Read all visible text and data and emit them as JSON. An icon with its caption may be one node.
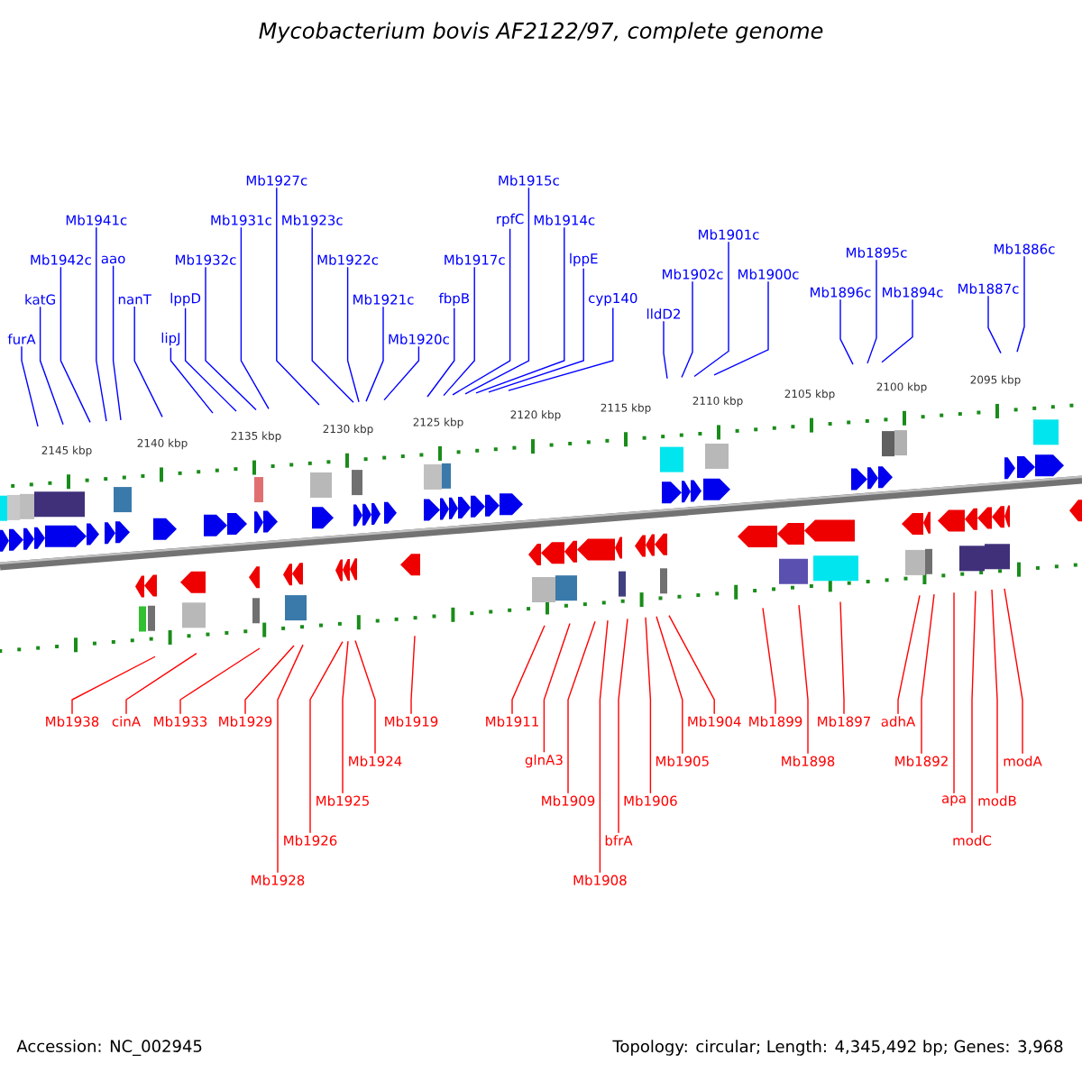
{
  "diagram": {
    "title": "Mycobacterium bovis AF2122/97, complete genome",
    "nodes": [
      {
        "text": [
          "furA"
        ]
      },
      {
        "text": [
          "katG"
        ]
      },
      {
        "text": [
          "Mb1942c"
        ]
      },
      {
        "text": [
          "Mb1941c"
        ]
      },
      {
        "text": [
          "aao"
        ]
      },
      {
        "text": [
          "nanT"
        ]
      },
      {
        "text": [
          "lipJ"
        ]
      },
      {
        "text": [
          "lppD"
        ]
      },
      {
        "text": [
          "Mb1932c"
        ]
      },
      {
        "text": [
          "Mb1931c"
        ]
      },
      {
        "text": [
          "Mb1927c"
        ]
      },
      {
        "text": [
          "Mb1923c"
        ]
      },
      {
        "text": [
          "Mb1922c"
        ]
      },
      {
        "text": [
          "Mb1921c"
        ]
      },
      {
        "text": [
          "Mb1920c"
        ]
      },
      {
        "text": [
          "fbpB"
        ]
      },
      {
        "text": [
          "Mb1917c"
        ]
      },
      {
        "text": [
          "rpfC"
        ]
      },
      {
        "text": [
          "Mb1915c"
        ]
      },
      {
        "text": [
          "Mb1914c"
        ]
      },
      {
        "text": [
          "lppE"
        ]
      },
      {
        "text": [
          "cyp140"
        ]
      },
      {
        "text": [
          "lldD2"
        ]
      },
      {
        "text": [
          "Mb1902c"
        ]
      },
      {
        "text": [
          "Mb1901c"
        ]
      },
      {
        "text": [
          "Mb1900c"
        ]
      },
      {
        "text": [
          "Mb1896c"
        ]
      },
      {
        "text": [
          "Mb1895c"
        ]
      },
      {
        "text": [
          "Mb1894c"
        ]
      },
      {
        "text": [
          "Mb1887c"
        ]
      },
      {
        "text": [
          "Mb1886c"
        ]
      },
      {
        "text": [
          "Mb1938"
        ]
      },
      {
        "text": [
          "cinA"
        ]
      },
      {
        "text": [
          "Mb1933"
        ]
      },
      {
        "text": [
          "Mb1929"
        ]
      },
      {
        "text": [
          "Mb1928"
        ]
      },
      {
        "text": [
          "Mb1926"
        ]
      },
      {
        "text": [
          "Mb1925"
        ]
      },
      {
        "text": [
          "Mb1924"
        ]
      },
      {
        "text": [
          "Mb1919"
        ]
      },
      {
        "text": [
          "Mb1911"
        ]
      },
      {
        "text": [
          "glnA3"
        ]
      },
      {
        "text": [
          "Mb1909"
        ]
      },
      {
        "text": [
          "Mb1908"
        ]
      },
      {
        "text": [
          "bfrA"
        ]
      },
      {
        "text": [
          "Mb1906"
        ]
      },
      {
        "text": [
          "Mb1905"
        ]
      },
      {
        "text": [
          "Mb1904"
        ]
      },
      {
        "text": [
          "Mb1899"
        ]
      },
      {
        "text": [
          "Mb1898"
        ]
      },
      {
        "text": [
          "Mb1897"
        ]
      },
      {
        "text": [
          "adhA"
        ]
      },
      {
        "text": [
          "Mb1892"
        ]
      },
      {
        "text": [
          "apa"
        ]
      },
      {
        "text": [
          "modC"
        ]
      },
      {
        "text": [
          "modB"
        ]
      },
      {
        "text": [
          "modA"
        ]
      }
    ],
    "edges": [
      {
        "from": 0,
        "to": null,
        "arrow": "none",
        "color": "#0000ff"
      },
      {
        "from": 1,
        "to": null,
        "arrow": "none",
        "color": "#0000ff"
      },
      {
        "from": 2,
        "to": null,
        "arrow": "none",
        "color": "#0000ff"
      },
      {
        "from": 3,
        "to": null,
        "arrow": "none",
        "color": "#0000ff"
      },
      {
        "from": 4,
        "to": null,
        "arrow": "none",
        "color": "#0000ff"
      },
      {
        "from": 5,
        "to": null,
        "arrow": "none",
        "color": "#0000ff"
      },
      {
        "from": 6,
        "to": null,
        "arrow": "none",
        "color": "#0000ff"
      },
      {
        "from": 7,
        "to": null,
        "arrow": "none",
        "color": "#0000ff"
      },
      {
        "from": 8,
        "to": null,
        "arrow": "none",
        "color": "#0000ff"
      },
      {
        "from": 9,
        "to": null,
        "arrow": "none",
        "color": "#0000ff"
      },
      {
        "from": 10,
        "to": null,
        "arrow": "none",
        "color": "#0000ff"
      },
      {
        "from": 11,
        "to": null,
        "arrow": "none",
        "color": "#0000ff"
      },
      {
        "from": 12,
        "to": null,
        "arrow": "none",
        "color": "#0000ff"
      },
      {
        "from": 13,
        "to": null,
        "arrow": "none",
        "color": "#0000ff"
      },
      {
        "from": 14,
        "to": null,
        "arrow": "none",
        "color": "#0000ff"
      },
      {
        "from": 15,
        "to": null,
        "arrow": "none",
        "color": "#0000ff"
      },
      {
        "from": 16,
        "to": null,
        "arrow": "none",
        "color": "#0000ff"
      },
      {
        "from": 17,
        "to": null,
        "arrow": "none",
        "color": "#0000ff"
      },
      {
        "from": 18,
        "to": null,
        "arrow": "none",
        "color": "#0000ff"
      },
      {
        "from": 19,
        "to": null,
        "arrow": "none",
        "color": "#0000ff"
      },
      {
        "from": 20,
        "to": null,
        "arrow": "none",
        "color": "#0000ff"
      },
      {
        "from": 21,
        "to": null,
        "arrow": "none",
        "color": "#0000ff"
      },
      {
        "from": 22,
        "to": null,
        "arrow": "none",
        "color": "#0000ff"
      },
      {
        "from": 23,
        "to": null,
        "arrow": "none",
        "color": "#0000ff"
      },
      {
        "from": 24,
        "to": null,
        "arrow": "none",
        "color": "#0000ff"
      },
      {
        "from": 25,
        "to": null,
        "arrow": "none",
        "color": "#0000ff"
      },
      {
        "from": 26,
        "to": null,
        "arrow": "none",
        "color": "#0000ff"
      },
      {
        "from": 27,
        "to": null,
        "arrow": "none",
        "color": "#0000ff"
      },
      {
        "from": 28,
        "to": null,
        "arrow": "none",
        "color": "#0000ff"
      },
      {
        "from": 29,
        "to": null,
        "arrow": "none",
        "color": "#0000ff"
      },
      {
        "from": 30,
        "to": null,
        "arrow": "none",
        "color": "#0000ff"
      },
      {
        "from": 31,
        "to": null,
        "arrow": "none",
        "color": "#ff0000"
      },
      {
        "from": 32,
        "to": null,
        "arrow": "none",
        "color": "#ff0000"
      },
      {
        "from": 33,
        "to": null,
        "arrow": "none",
        "color": "#ff0000"
      },
      {
        "from": 34,
        "to": null,
        "arrow": "none",
        "color": "#ff0000"
      },
      {
        "from": 35,
        "to": null,
        "arrow": "none",
        "color": "#ff0000"
      },
      {
        "from": 36,
        "to": null,
        "arrow": "none",
        "color": "#ff0000"
      },
      {
        "from": 37,
        "to": null,
        "arrow": "none",
        "color": "#ff0000"
      },
      {
        "from": 38,
        "to": null,
        "arrow": "none",
        "color": "#ff0000"
      },
      {
        "from": 39,
        "to": null,
        "arrow": "none",
        "color": "#ff0000"
      },
      {
        "from": 40,
        "to": null,
        "arrow": "none",
        "color": "#ff0000"
      },
      {
        "from": 41,
        "to": null,
        "arrow": "none",
        "color": "#ff0000"
      },
      {
        "from": 42,
        "to": null,
        "arrow": "none",
        "color": "#ff0000"
      },
      {
        "from": 43,
        "to": null,
        "arrow": "none",
        "color": "#ff0000"
      },
      {
        "from": 44,
        "to": null,
        "arrow": "none",
        "color": "#ff0000"
      },
      {
        "from": 45,
        "to": null,
        "arrow": "none",
        "color": "#ff0000"
      },
      {
        "from": 46,
        "to": null,
        "arrow": "none",
        "color": "#ff0000"
      },
      {
        "from": 47,
        "to": null,
        "arrow": "none",
        "color": "#ff0000"
      },
      {
        "from": 48,
        "to": null,
        "arrow": "none",
        "color": "#ff0000"
      },
      {
        "from": 49,
        "to": null,
        "arrow": "none",
        "color": "#ff0000"
      },
      {
        "from": 50,
        "to": null,
        "arrow": "none",
        "color": "#ff0000"
      },
      {
        "from": 51,
        "to": null,
        "arrow": "none",
        "color": "#ff0000"
      },
      {
        "from": 52,
        "to": null,
        "arrow": "none",
        "color": "#ff0000"
      },
      {
        "from": 53,
        "to": null,
        "arrow": "none",
        "color": "#ff0000"
      },
      {
        "from": 54,
        "to": null,
        "arrow": "none",
        "color": "#ff0000"
      },
      {
        "from": 55,
        "to": null,
        "arrow": "none",
        "color": "#ff0000"
      },
      {
        "from": 56,
        "to": null,
        "arrow": "none",
        "color": "#ff0000"
      }
    ],
    "labels": [
      "2145 kbp",
      "2140 kbp",
      "2135 kbp",
      "2130 kbp",
      "2125 kbp",
      "2120 kbp",
      "2115 kbp",
      "2110 kbp",
      "2105 kbp",
      "2100 kbp",
      "2095 kbp",
      "Accession: NC_002945",
      "Topology: circular; Length: 4,345,492 bp; Genes: 3,968"
    ]
  }
}
